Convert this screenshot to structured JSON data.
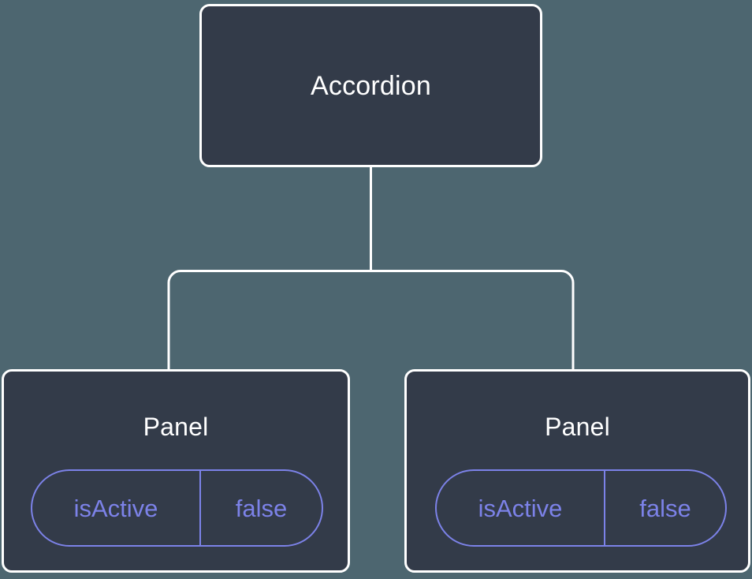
{
  "diagram": {
    "type": "component-tree",
    "background_color": "#4d6670",
    "node_fill_color": "#333b49",
    "node_border_color": "#ffffff",
    "connector_color": "#ffffff",
    "accent_color": "#7c82e8",
    "root": {
      "title": "Accordion"
    },
    "children": [
      {
        "title": "Panel",
        "state": {
          "key": "isActive",
          "value": "false"
        }
      },
      {
        "title": "Panel",
        "state": {
          "key": "isActive",
          "value": "false"
        }
      }
    ]
  }
}
